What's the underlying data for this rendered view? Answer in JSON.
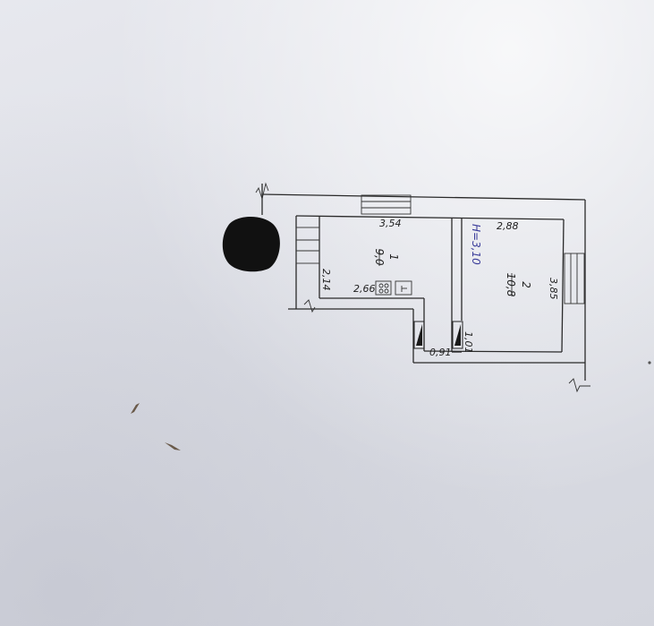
{
  "plan": {
    "room1_number": "1",
    "room1_area": "9,0",
    "room2_number": "2",
    "room2_area": "10,8",
    "ceiling_height": "H=3,10",
    "dim_354": "3,54",
    "dim_288": "2,88",
    "dim_214": "2,14",
    "dim_266": "2,66",
    "dim_385": "3,85",
    "dim_101": "1,01",
    "dim_091": "0,91"
  },
  "colors": {
    "paper": "#dcdee5",
    "lines": "#2a2a2a",
    "handwriting": "#3a3c9a",
    "redaction": "#111111"
  },
  "icons": [
    "stove-icon",
    "sink-icon",
    "redaction-blot"
  ]
}
